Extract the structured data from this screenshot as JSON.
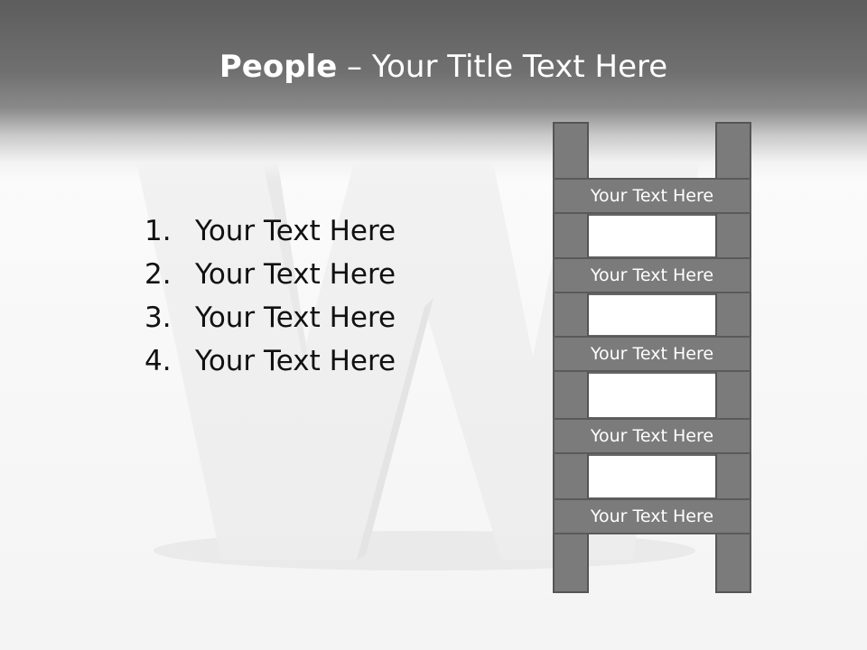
{
  "slide": {
    "title_bold": "People",
    "title_rest": " – Your Title Text Here"
  },
  "list_items": [
    {
      "number": "1.",
      "text": "Your Text Here"
    },
    {
      "number": "2.",
      "text": "Your Text Here"
    },
    {
      "number": "3.",
      "text": "Your Text Here"
    },
    {
      "number": "4.",
      "text": "Your Text Here"
    }
  ],
  "ladder": {
    "rungs": [
      "Your Text Here",
      "Your Text Here",
      "Your Text Here",
      "Your Text Here",
      "Your Text Here"
    ]
  },
  "colors": {
    "header": "#5d5d5d",
    "ladder_fill": "#7b7b7b",
    "title_text": "#ffffff",
    "list_text": "#111111"
  }
}
